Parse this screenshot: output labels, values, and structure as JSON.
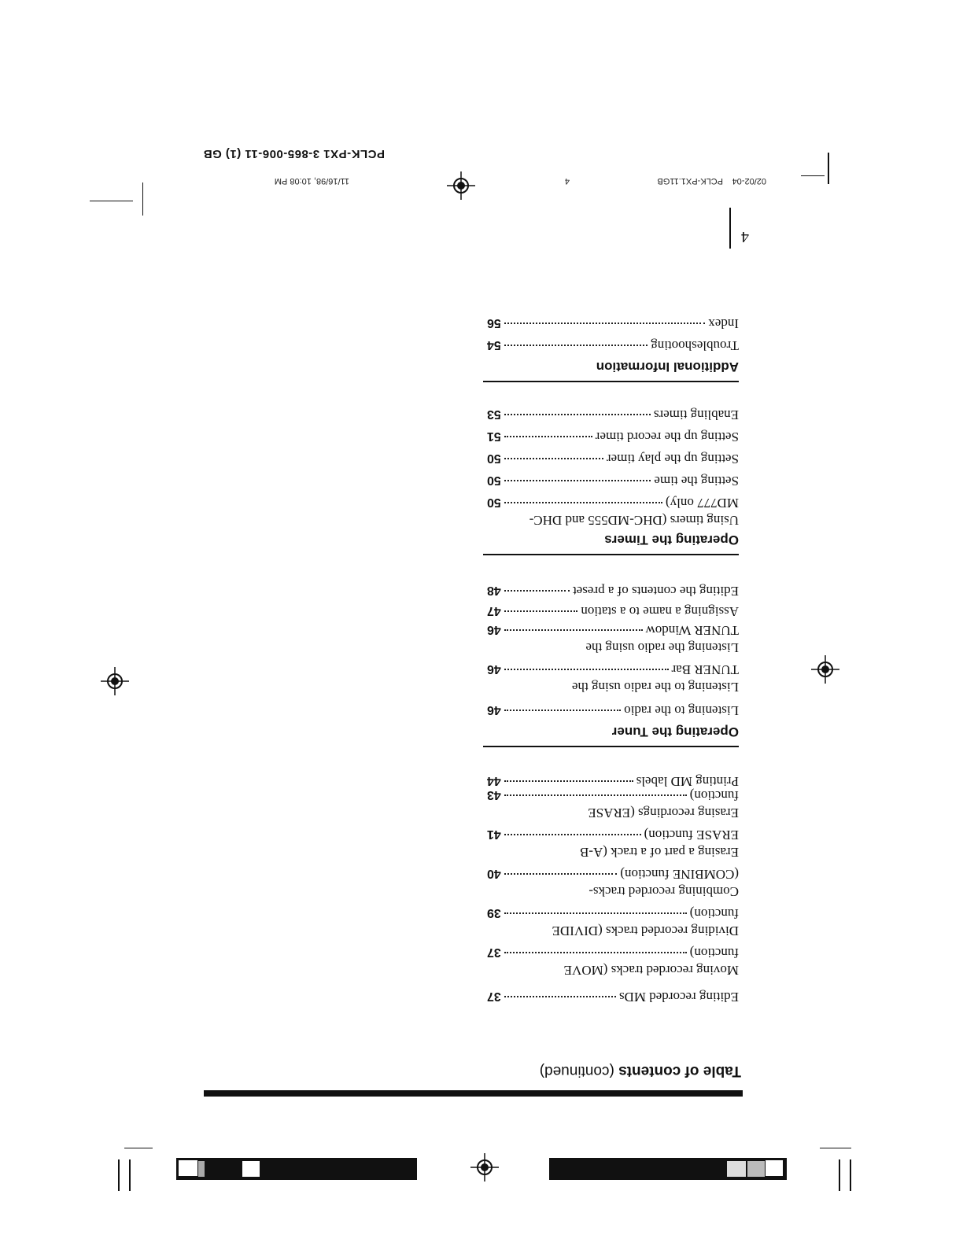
{
  "header": {
    "file_left": "02/02-04",
    "file_name": "PCLK-PX1.11GB",
    "page_mark": "4",
    "timestamp": "11/16/98, 10:08 PM",
    "doc_code": "PCLK-PX1 3-865-006-11 (1) GB"
  },
  "page_number": "4",
  "toc": {
    "title": "Table of contents",
    "title_suffix": "(continued)",
    "sections": [
      {
        "heading": "",
        "entries": [
          {
            "lines": [
              "Editing recorded MDs"
            ],
            "page": "37"
          },
          {
            "lines": [
              "Moving recorded tracks (MOVE",
              "function)"
            ],
            "page": "37"
          },
          {
            "lines": [
              "Dividing recorded tracks (DIVIDE",
              "function)"
            ],
            "page": "39"
          },
          {
            "lines": [
              "Combining recorded tracks-",
              "(COMBINE function)"
            ],
            "page": "40"
          },
          {
            "lines": [
              "Erasing a part of a track (A-B",
              "ERASE function)"
            ],
            "page": "41"
          },
          {
            "lines": [
              "Erasing recordings (ERASE",
              "function)"
            ],
            "page": "43"
          },
          {
            "lines": [
              "Printing MD labels"
            ],
            "page": "44"
          }
        ]
      },
      {
        "heading": "Operating the Tuner",
        "entries": [
          {
            "lines": [
              "Listening to the radio"
            ],
            "page": "46"
          },
          {
            "lines": [
              "Listening to the radio using the",
              "TUNER Bar"
            ],
            "page": "46"
          },
          {
            "lines": [
              "Listening the radio using the",
              "TUNER Window"
            ],
            "page": "46"
          },
          {
            "lines": [
              "Assigning a name to a station"
            ],
            "page": "47"
          },
          {
            "lines": [
              "Editing the contents of a preset"
            ],
            "page": "48"
          }
        ]
      },
      {
        "heading": "Operating the Timers",
        "entries": [
          {
            "lines": [
              "Using timers (DHC-MD555 and DHC-",
              "MD777 only)"
            ],
            "page": "50"
          },
          {
            "lines": [
              "Setting the time"
            ],
            "page": "50"
          },
          {
            "lines": [
              "Setting up the play timer"
            ],
            "page": "50"
          },
          {
            "lines": [
              "Setting up the record timer"
            ],
            "page": "51"
          },
          {
            "lines": [
              "Enabling timers"
            ],
            "page": "53"
          }
        ]
      },
      {
        "heading": "Additional Information",
        "entries": [
          {
            "lines": [
              "Troubleshooting"
            ],
            "page": "54"
          },
          {
            "lines": [
              "Index"
            ],
            "page": "56"
          }
        ]
      }
    ]
  }
}
